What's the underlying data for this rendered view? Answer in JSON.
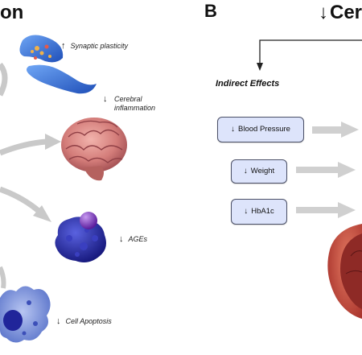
{
  "panel_a": {
    "title_fragment": "on",
    "labels": {
      "synaptic_arrow": "↑",
      "synaptic": "Synaptic plasticity",
      "inflammation_arrow": "↓",
      "inflammation_line1": "Cerebral",
      "inflammation_line2": "inflammation",
      "ages_arrow": "↓",
      "ages": "AGEs",
      "apoptosis_arrow": "↓",
      "apoptosis": "Cell Apoptosis"
    }
  },
  "panel_b": {
    "letter": "B",
    "title_arrow": "↓",
    "title_fragment": "Cer",
    "indirect_title": "Indirect Effects",
    "effects": [
      {
        "arrow": "↓",
        "label": "Blood Pressure"
      },
      {
        "arrow": "↓",
        "label": "Weight"
      },
      {
        "arrow": "↓",
        "label": "HbA1c"
      }
    ]
  },
  "colors": {
    "box_fill": "#dde4fb",
    "box_border": "#4a4f66",
    "gray_arrow": "#c9c9c9",
    "synapse_blue": "#3b78e0",
    "brain_pink": "#d88282",
    "protein_blue": "#2a2ea8",
    "protein_ball": "#7a2fc2",
    "cell_blue": "#6f86d8",
    "heart_red": "#c54a3a"
  },
  "icons": [
    "synapse-illustration",
    "brain-illustration",
    "protein-illustration",
    "cell-illustration",
    "heart-tissue-illustration"
  ]
}
